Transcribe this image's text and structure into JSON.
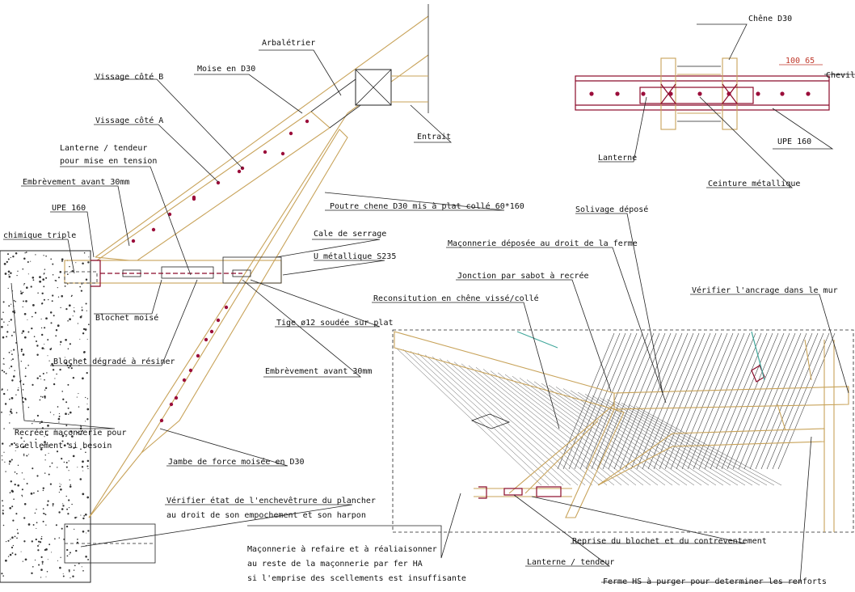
{
  "colors": {
    "timber": "#c8a35a",
    "steel": "#8b0a2a",
    "leader": "#222222",
    "accent_dim": "#c0392b",
    "teal": "#3fa79a"
  },
  "labels": {
    "arbaletrier": "Arbalétrier",
    "moise_d30": "Moise en D30",
    "vissage_b": "Vissage côté B",
    "vissage_a": "Vissage côté A",
    "lanterne_tendeur_1": "Lanterne / tendeur",
    "lanterne_tendeur_2": "pour mise en tension",
    "embrevement_1": "Embrèvement avant 30mm",
    "upe160_left": "UPE 160",
    "chimique": "chimique triple",
    "entrait": "Entrait",
    "poutre_chene": "Poutre chene D30 mis à plat collé 60*160",
    "cale": "Cale de serrage",
    "u_metal": "U métallique S235",
    "blochet_moise": "Blochet moisé",
    "tige": "Tige ø12 soudée sur plat",
    "blochet_degrade": "Blochet dégradé à résiner",
    "embrevement_2": "Embrèvement avant 30mm",
    "recreer_1": "Recréer maçonnerie pour",
    "recreer_2": "scellement si besoin",
    "jambe": "Jambe de force moisée en D30",
    "verifier_1": "Vérifier état de l'enchevêtrure du plancher",
    "verifier_2": "au droit de son empochement et son harpon",
    "maconnerie_1": "Maçonnerie à refaire et à réaliaisonner",
    "maconnerie_2": "au reste de la maçonnerie par fer HA",
    "maconnerie_3": "si l'emprise des scellements est insuffisante",
    "chene_d30": "Chêne D30",
    "cote": "100  65",
    "chevil": "Chevil",
    "lanterne": "Lanterne",
    "upe160_right": "UPE 160",
    "ceinture": "Ceinture métallique",
    "solivage": "Solivage déposé",
    "maconnerie_deposee": "Maçonnerie déposée au droit de la ferme",
    "jonction": "Jonction par sabot à recrée",
    "reconstitution": "Reconsitution en chêne vissé/collé",
    "verifier_ancrage": "Vérifier l'ancrage dans le mur",
    "reprise": "Reprise du blochet et du contreventement",
    "lanterne_tendeur_3": "Lanterne / tendeur",
    "ferme_hs": "Ferme HS à purger pour determiner les renforts"
  }
}
